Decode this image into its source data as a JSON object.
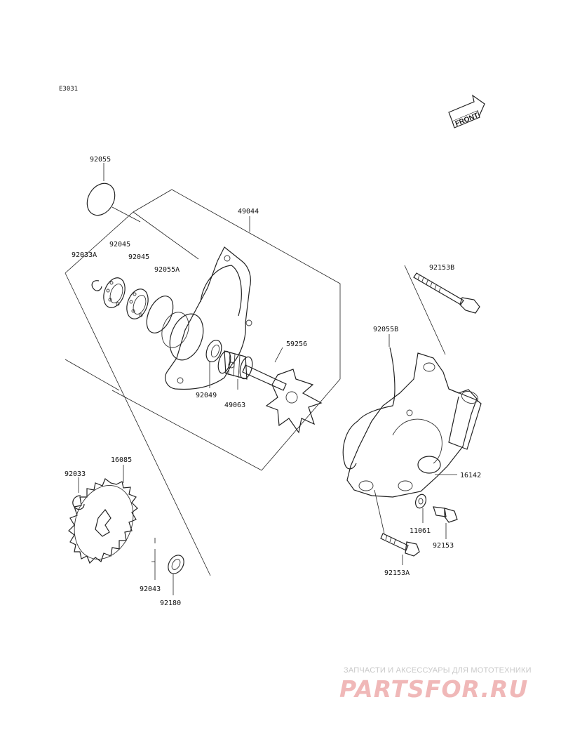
{
  "diagram_code": "E3031",
  "front_label": "FRONT",
  "parts": {
    "p92055": "92055",
    "p49044": "49044",
    "p92033A": "92033A",
    "p92045a": "92045",
    "p92045b": "92045",
    "p92055A": "92055A",
    "p59256": "59256",
    "p92049": "92049",
    "p49063": "49063",
    "p92153B": "92153B",
    "p92055B": "92055B",
    "p16142": "16142",
    "p11061": "11061",
    "p92153": "92153",
    "p92153A": "92153A",
    "p92033": "92033",
    "p16085": "16085",
    "p92043": "92043",
    "p92180": "92180"
  },
  "watermark": {
    "tagline": "ЗАПЧАСТИ И АКСЕССУАРЫ ДЛЯ МОТОТЕХНИКИ",
    "logo": "PARTSFOR.RU"
  }
}
